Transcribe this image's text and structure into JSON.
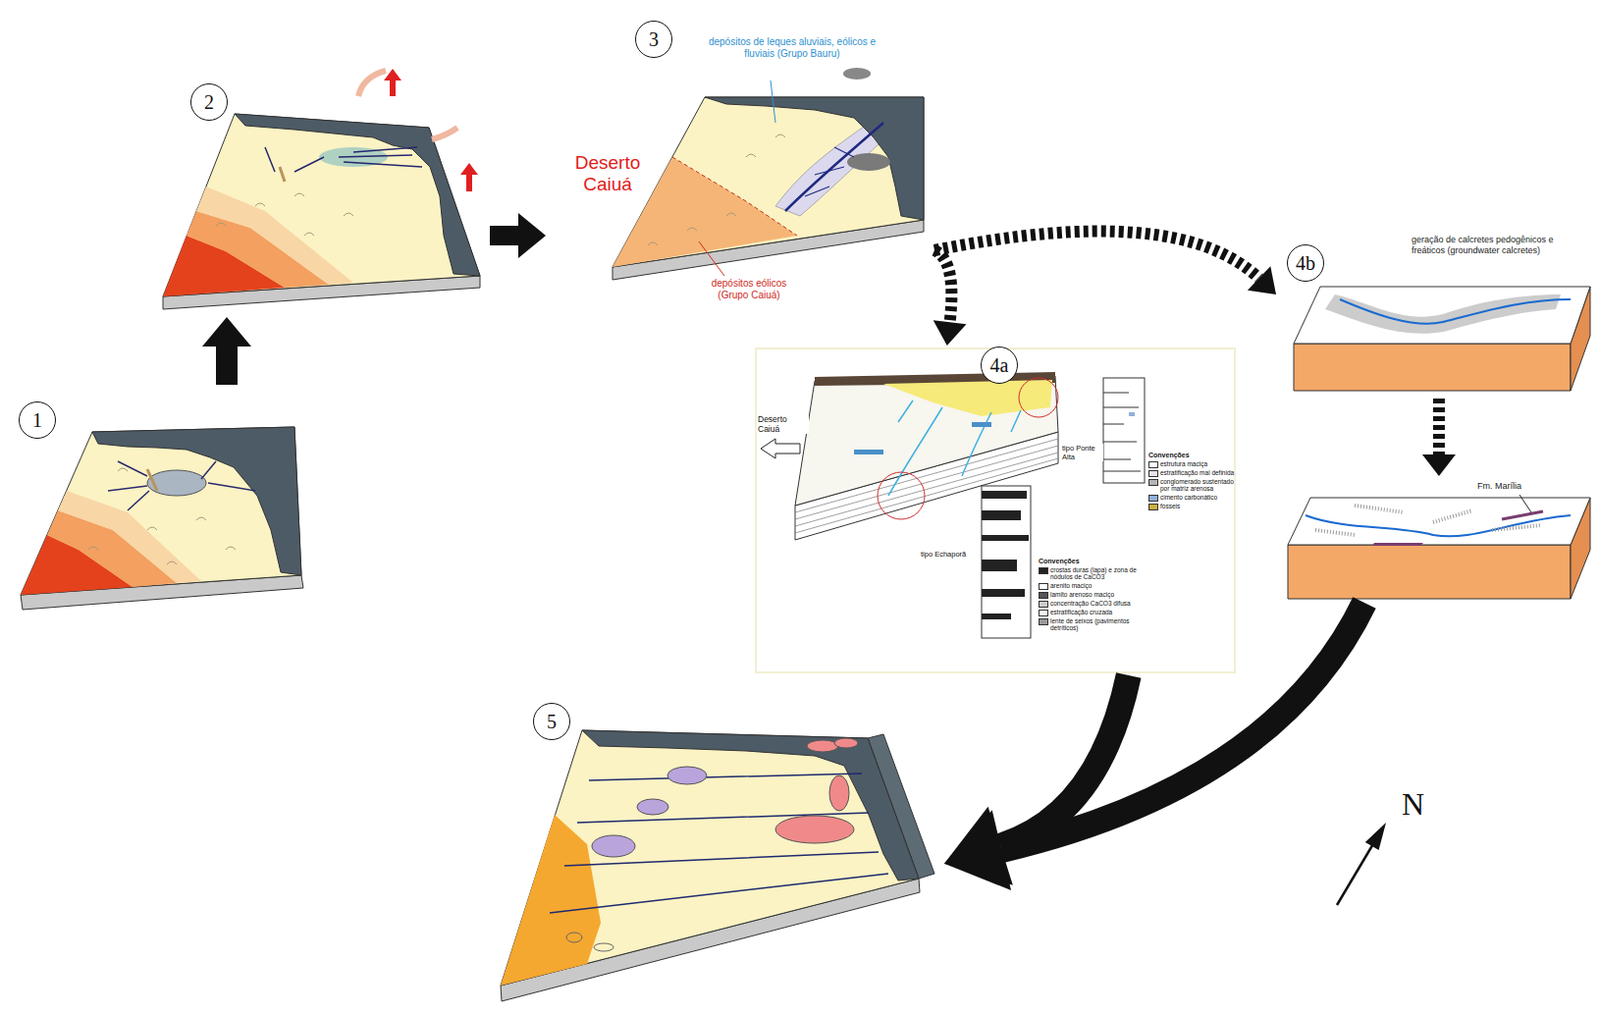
{
  "diagram": {
    "nodes": [
      {
        "text": [
          "1"
        ]
      },
      {
        "text": [
          "2"
        ]
      },
      {
        "text": [
          "3",
          "Deserto Caiuá",
          "depósitos de leques aluviais, eólicos e fluviais (Grupo Bauru)",
          "depósitos eólicos (Grupo Caiuá)"
        ]
      },
      {
        "text": [
          "4a",
          "Deserto Caiuá",
          "tipo Ponte Alta",
          "Convenções",
          "estrutura maciça",
          "estratificação mal definida",
          "conglomerado sustentado por matriz arenosa",
          "cimento carbonático",
          "fósseis",
          "tipo Echaporã",
          "Convenções",
          "crostas duras (lapa) e zona de nódulos de CaCO3",
          "arenito maciço",
          "lamito arenoso maciço",
          "concentração CaCO3 difusa",
          "estratificação cruzada",
          "lente de seixos (pavimentos detríticos)"
        ]
      },
      {
        "text": [
          "4b",
          "geração de calcretes pedogênicos e freáticos (groundwater calcretes)"
        ]
      },
      {
        "text": [
          "Fm. Marília"
        ]
      },
      {
        "text": [
          "5"
        ]
      }
    ],
    "edges": [
      {
        "from": 0,
        "to": 1,
        "arrow": "to"
      },
      {
        "from": 1,
        "to": 2,
        "arrow": "to"
      },
      {
        "from": 2,
        "to": 3,
        "arrow": "to"
      },
      {
        "from": 2,
        "to": 4,
        "arrow": "to"
      },
      {
        "from": 4,
        "to": 5,
        "arrow": "to"
      },
      {
        "from": 3,
        "to": 6,
        "arrow": "to"
      },
      {
        "from": 5,
        "to": 6,
        "arrow": "to"
      }
    ],
    "labels": [
      "N"
    ]
  }
}
